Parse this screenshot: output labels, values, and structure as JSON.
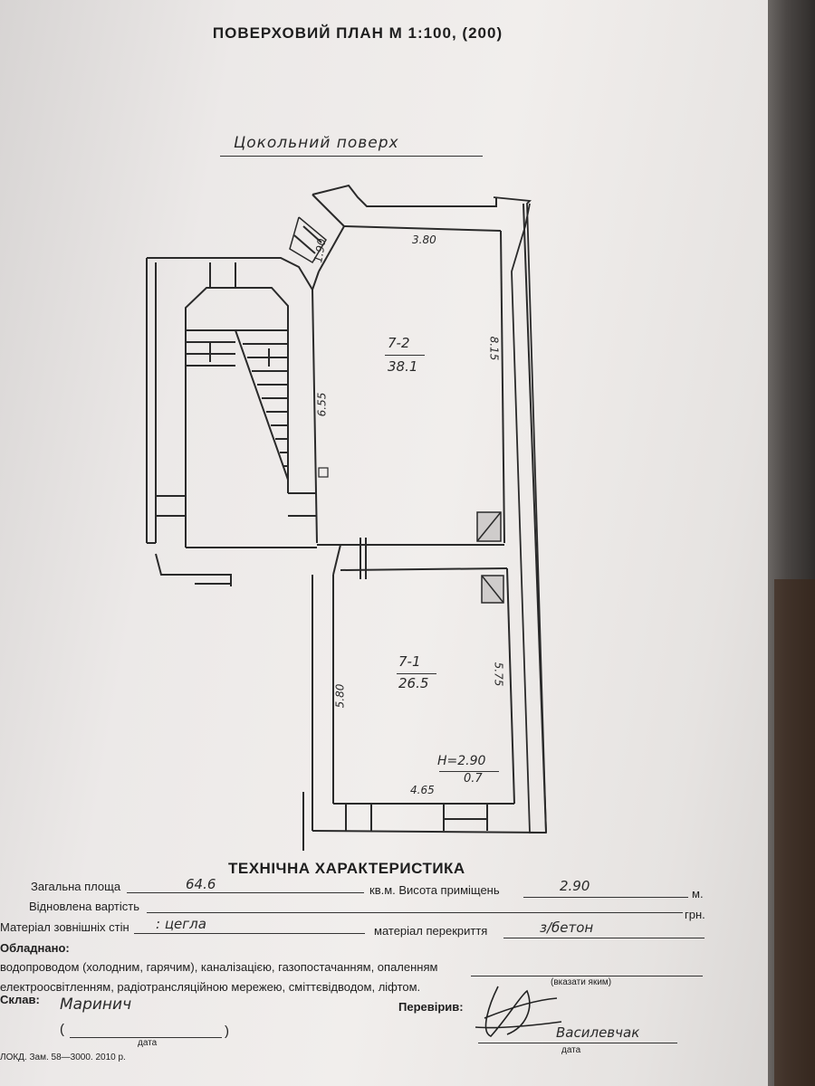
{
  "header": {
    "title": "ПОВЕРХОВИЙ ПЛАН М 1:100, (200)"
  },
  "floor": {
    "name": "Цокольний поверх"
  },
  "plan": {
    "rooms": [
      {
        "id": "7-2",
        "area": "38.1"
      },
      {
        "id": "7-1",
        "area": "26.5"
      }
    ],
    "dimensions": {
      "d1_90": "1.90",
      "d3_80": "3.80",
      "d6_55": "6.55",
      "d8_15": "8.15",
      "d5_80": "5.80",
      "d5_75": "5.75",
      "d4_65": "4.65"
    },
    "height_label": "H=2.90",
    "height_sub": "0.7"
  },
  "tech": {
    "title": "ТЕХНІЧНА ХАРАКТЕРИСТИКА",
    "total_area_label": "Загальна площа",
    "total_area_value": "64.6",
    "unit_sqm_height": "кв.м. Висота приміщень",
    "height_value": "2.90",
    "unit_m": "м.",
    "restored_cost_label": "Відновлена вартість",
    "unit_uah": "грн.",
    "wall_material_label": "Матеріал зовнішніх стін",
    "wall_material_value": ": цегла",
    "floor_material_label": "матеріал перекриття",
    "floor_material_value": "з/бетон",
    "equipped_label": "Обладнано:",
    "equipped_line1": "водопроводом (холодним, гарячим), каналізацією, газопостачанням, опаленням",
    "equipped_line2": "електроосвітленням, радіотрансляційною мережею, сміттєвідводом, ліфтом.",
    "specify_note": "(вказати яким)",
    "composed_label": "Склав:",
    "composed_value": "Маринич",
    "checked_label": "Перевірив:",
    "checked_value": "Василевчак",
    "date_label": "дата",
    "date_label2": "дата",
    "footer": "ЛОКД. Зам. 58—3000. 2010 р."
  }
}
